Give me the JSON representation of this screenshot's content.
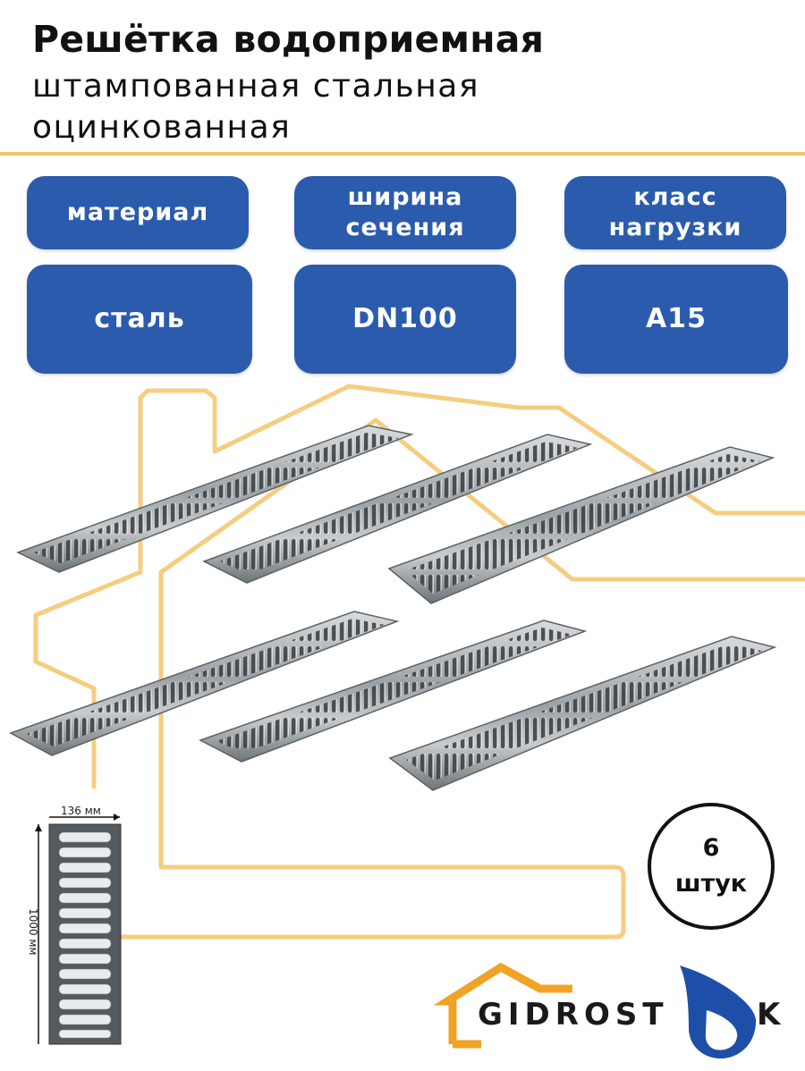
{
  "header": {
    "title": "Решётка водоприемная",
    "subtitle": "штампованная стальная оцинкованная"
  },
  "specs": [
    {
      "label": "материал",
      "value": "сталь"
    },
    {
      "label": "ширина\nсечения",
      "value": "DN100"
    },
    {
      "label": "класс\nнагрузки",
      "value": "A15"
    }
  ],
  "dimensions": {
    "width": "136 мм",
    "length": "1000 мм"
  },
  "count": {
    "number": "6",
    "unit": "штук"
  },
  "logo": {
    "part1": "GIDROST",
    "part2": "K"
  },
  "colors": {
    "accent": "#f4c46a",
    "pill": "#2b5bad",
    "logo_drop": "#1e4fa8",
    "logo_house": "#f1a325"
  }
}
